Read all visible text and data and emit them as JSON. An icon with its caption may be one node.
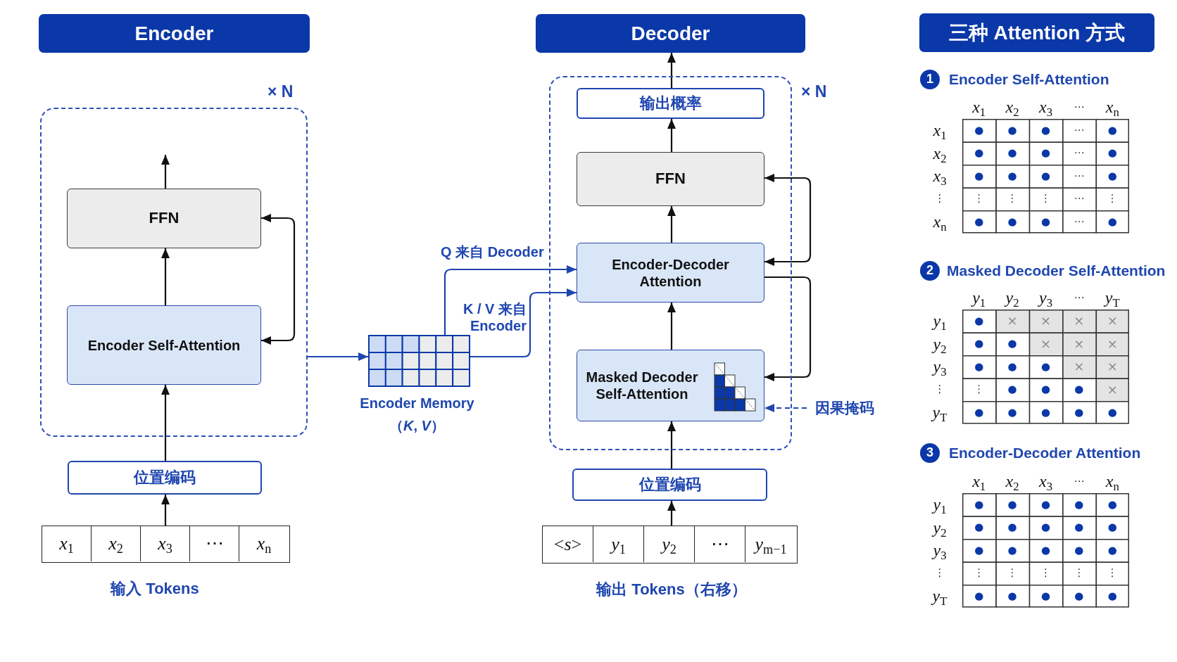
{
  "diagram": {
    "nodes": [
      {
        "text": [
          "Encoder"
        ]
      },
      {
        "text": [],
        "shape": "box",
        "beside": [
          "× N"
        ]
      },
      {
        "text": [
          "FFN"
        ],
        "in": 1
      },
      {
        "text": [
          "Encoder Self-Attention"
        ],
        "in": 1
      },
      {
        "text": [
          "位置编码"
        ]
      },
      {
        "text": [],
        "shape": "box",
        "beside": [
          "输入 Tokens"
        ]
      },
      {
        "text": [
          "*x*$_{1}$"
        ],
        "in": 5
      },
      {
        "text": [
          "*x*$_{2}$"
        ],
        "in": 5
      },
      {
        "text": [
          "*x*$_{3}$"
        ],
        "in": 5
      },
      {
        "text": [
          "⋯"
        ],
        "in": 5
      },
      {
        "text": [
          "*x*$_{n}$"
        ],
        "in": 5
      },
      {
        "text": [],
        "shape": "grid",
        "beside": [
          "Encoder Memory",
          "（*K*, *V*）"
        ]
      },
      {
        "text": [
          "Decoder"
        ]
      },
      {
        "text": [],
        "shape": "box",
        "beside": [
          "× N"
        ]
      },
      {
        "text": [
          "输出概率"
        ],
        "in": 13
      },
      {
        "text": [
          "FFN"
        ],
        "in": 13
      },
      {
        "text": [
          "Encoder-Decoder Attention"
        ],
        "in": 13
      },
      {
        "text": [
          "Masked Decoder Self-Attention"
        ],
        "in": 13
      },
      {
        "text": [
          "因果掩码"
        ]
      },
      {
        "text": [
          "位置编码"
        ]
      },
      {
        "text": [],
        "shape": "box",
        "beside": [
          "输出 Tokens（右移）"
        ]
      },
      {
        "text": [
          "<*s*>"
        ],
        "in": 20
      },
      {
        "text": [
          "*y*$_{1}$"
        ],
        "in": 20
      },
      {
        "text": [
          "*y*$_{2}$"
        ],
        "in": 20
      },
      {
        "text": [
          "⋯"
        ],
        "in": 20
      },
      {
        "text": [
          "*y*$_{m−1}$"
        ],
        "in": 20
      },
      {
        "text": [
          "三种 Attention 方式"
        ]
      },
      {
        "text": [
          "1"
        ],
        "beside": [
          "Encoder Self-Attention"
        ]
      },
      {
        "text": [
          "2"
        ],
        "beside": [
          "Masked Decoder Self-Attention"
        ]
      },
      {
        "text": [
          "3"
        ],
        "beside": [
          "Encoder-Decoder Attention"
        ]
      }
    ],
    "edges": [
      {
        "from": 3,
        "to": 2,
        "arrow": "to"
      },
      {
        "from": 2,
        "to": null,
        "arrow": "to"
      },
      {
        "from": 3,
        "to": 2,
        "arrow": "both"
      },
      {
        "from": 4,
        "to": 3,
        "arrow": "to"
      },
      {
        "from": 5,
        "to": 4,
        "arrow": "to"
      },
      {
        "from": 1,
        "to": 11,
        "arrow": "to",
        "color": "#1f46b0"
      },
      {
        "from": 11,
        "to": 16,
        "arrow": "to",
        "label": "Q 来自 Decoder",
        "color": "#1f46b0"
      },
      {
        "from": 11,
        "to": 16,
        "arrow": "to",
        "label": "K / V 来自 Encoder",
        "color": "#1f46b0"
      },
      {
        "from": 14,
        "to": 12,
        "arrow": "to"
      },
      {
        "from": 15,
        "to": 14,
        "arrow": "to"
      },
      {
        "from": 16,
        "to": 15,
        "arrow": "to"
      },
      {
        "from": 17,
        "to": 16,
        "arrow": "to"
      },
      {
        "from": 16,
        "to": 15,
        "arrow": "both"
      },
      {
        "from": 16,
        "to": 17,
        "arrow": "to"
      },
      {
        "from": 18,
        "to": 17,
        "arrow": "to",
        "style": "dashed",
        "color": "#1f46b0"
      },
      {
        "from": 19,
        "to": 17,
        "arrow": "to"
      },
      {
        "from": 20,
        "to": 19,
        "arrow": "to"
      }
    ],
    "labels": [
      "*x*$_{1}$",
      "*x*$_{2}$",
      "*x*$_{3}$",
      "⋯",
      "*x*$_{n}$",
      "*x*$_{1}$",
      "●",
      "●",
      "●",
      "⋯",
      "●",
      "*x*$_{2}$",
      "●",
      "●",
      "●",
      "⋯",
      "●",
      "*x*$_{3}$",
      "●",
      "●",
      "●",
      "⋯",
      "●",
      "⋮",
      "⋮",
      "⋮",
      "⋮",
      "⋯",
      "⋮",
      "*x*$_{n}$",
      "●",
      "●",
      "●",
      "⋯",
      "●",
      "*y*$_{1}$",
      "*y*$_{2}$",
      "*y*$_{3}$",
      "⋯",
      "*y*$_{T}$",
      "*y*$_{1}$",
      "●",
      "×",
      "×",
      "×",
      "×",
      "*y*$_{2}$",
      "●",
      "●",
      "×",
      "×",
      "×",
      "*y*$_{3}$",
      "●",
      "●",
      "●",
      "×",
      "×",
      "⋮",
      "⋮",
      "●",
      "●",
      "●",
      "×",
      "*y*$_{T}$",
      "●",
      "●",
      "●",
      "●",
      "●",
      "*x*$_{1}$",
      "*x*$_{2}$",
      "*x*$_{3}$",
      "⋯",
      "*x*$_{n}$",
      "*y*$_{1}$",
      "●",
      "●",
      "●",
      "●",
      "●",
      "*y*$_{2}$",
      "●",
      "●",
      "●",
      "●",
      "●",
      "*y*$_{3}$",
      "●",
      "●",
      "●",
      "●",
      "●",
      "⋮",
      "⋮",
      "⋮",
      "⋮",
      "⋮",
      "⋮",
      "*y*$_{T}$",
      "●",
      "●",
      "●",
      "●",
      "●"
    ]
  }
}
